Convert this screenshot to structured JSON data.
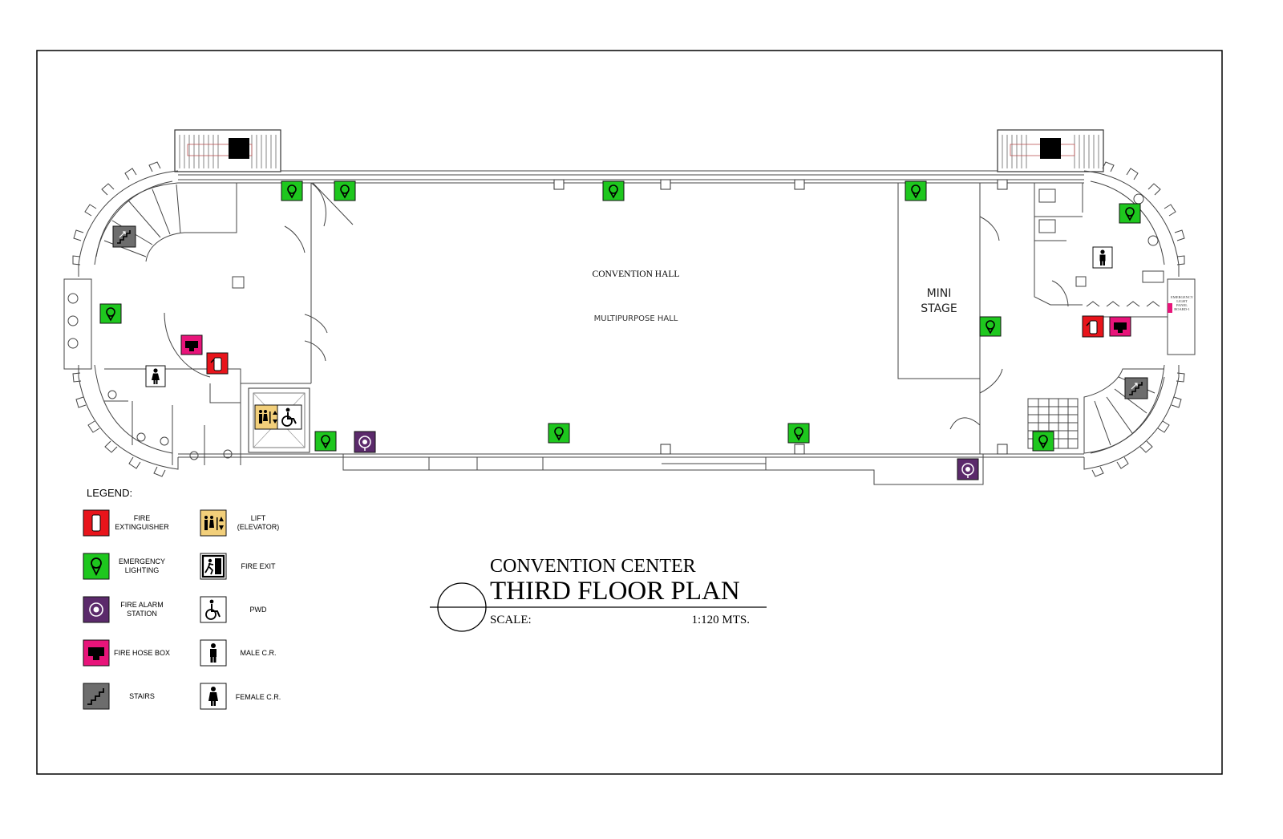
{
  "sheet": {
    "room_convention_hall": "CONVENTION HALL",
    "room_multipurpose_hall": "MULTIPURPOSE HALL",
    "room_mini_stage_line1": "MINI",
    "room_mini_stage_line2": "STAGE",
    "panel_board_note": [
      "EMERGENCY",
      "LIGHT",
      "PANEL",
      "BOARD-1"
    ]
  },
  "colors": {
    "fire_extinguisher": "#e8141b",
    "emergency_lighting": "#1ec71e",
    "fire_alarm_station": "#5b2a6b",
    "fire_hose_box": "#e8147a",
    "stairs": "#6d6d6d",
    "lift": "#f2cf7a"
  },
  "legend": {
    "title": "LEGEND:",
    "left": [
      {
        "icon": "fire-extinguisher-icon",
        "label_lines": [
          "FIRE",
          "EXTINGUISHER"
        ]
      },
      {
        "icon": "emergency-lighting-icon",
        "label_lines": [
          "EMERGENCY",
          "LIGHTING"
        ]
      },
      {
        "icon": "fire-alarm-station-icon",
        "label_lines": [
          "FIRE ALARM",
          "STATION"
        ]
      },
      {
        "icon": "fire-hose-box-icon",
        "label_lines": [
          "FIRE HOSE BOX"
        ]
      },
      {
        "icon": "stairs-icon",
        "label_lines": [
          "STAIRS"
        ]
      }
    ],
    "right": [
      {
        "icon": "lift-icon",
        "label_lines": [
          "LIFT",
          "(ELEVATOR)"
        ]
      },
      {
        "icon": "fire-exit-icon",
        "label_lines": [
          "FIRE EXIT"
        ]
      },
      {
        "icon": "pwd-icon",
        "label_lines": [
          "PWD"
        ]
      },
      {
        "icon": "male-cr-icon",
        "label_lines": [
          "MALE C.R."
        ]
      },
      {
        "icon": "female-cr-icon",
        "label_lines": [
          "FEMALE C.R."
        ]
      }
    ]
  },
  "title_block": {
    "line1": "CONVENTION CENTER",
    "line2": "THIRD FLOOR PLAN",
    "scale_label": "SCALE:",
    "scale_value": "1:120 MTS."
  }
}
